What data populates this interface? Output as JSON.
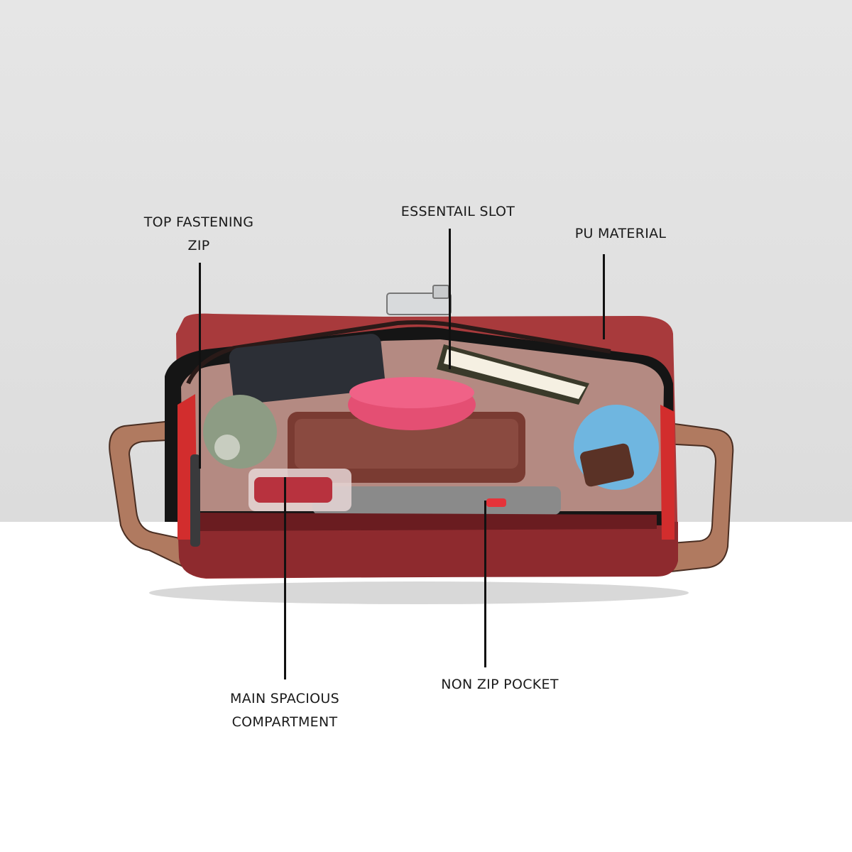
{
  "callouts": {
    "top_zip": {
      "line1": "TOP FASTENING",
      "line2": "ZIP"
    },
    "essential_slot": "ESSENTAIL SLOT",
    "pu_material": "PU MATERIAL",
    "main_compartment": {
      "line1": "MAIN SPACIOUS",
      "line2": "COMPARTMENT"
    },
    "non_zip_pocket": "NON ZIP POCKET"
  },
  "colors": {
    "background_top": "#e2e2e2",
    "background_bottom": "#ffffff",
    "bag_red": "#a83a3c",
    "strap_tan": "#b07a60",
    "lining_pink": "#b48a82",
    "callout_line": "#111111"
  }
}
